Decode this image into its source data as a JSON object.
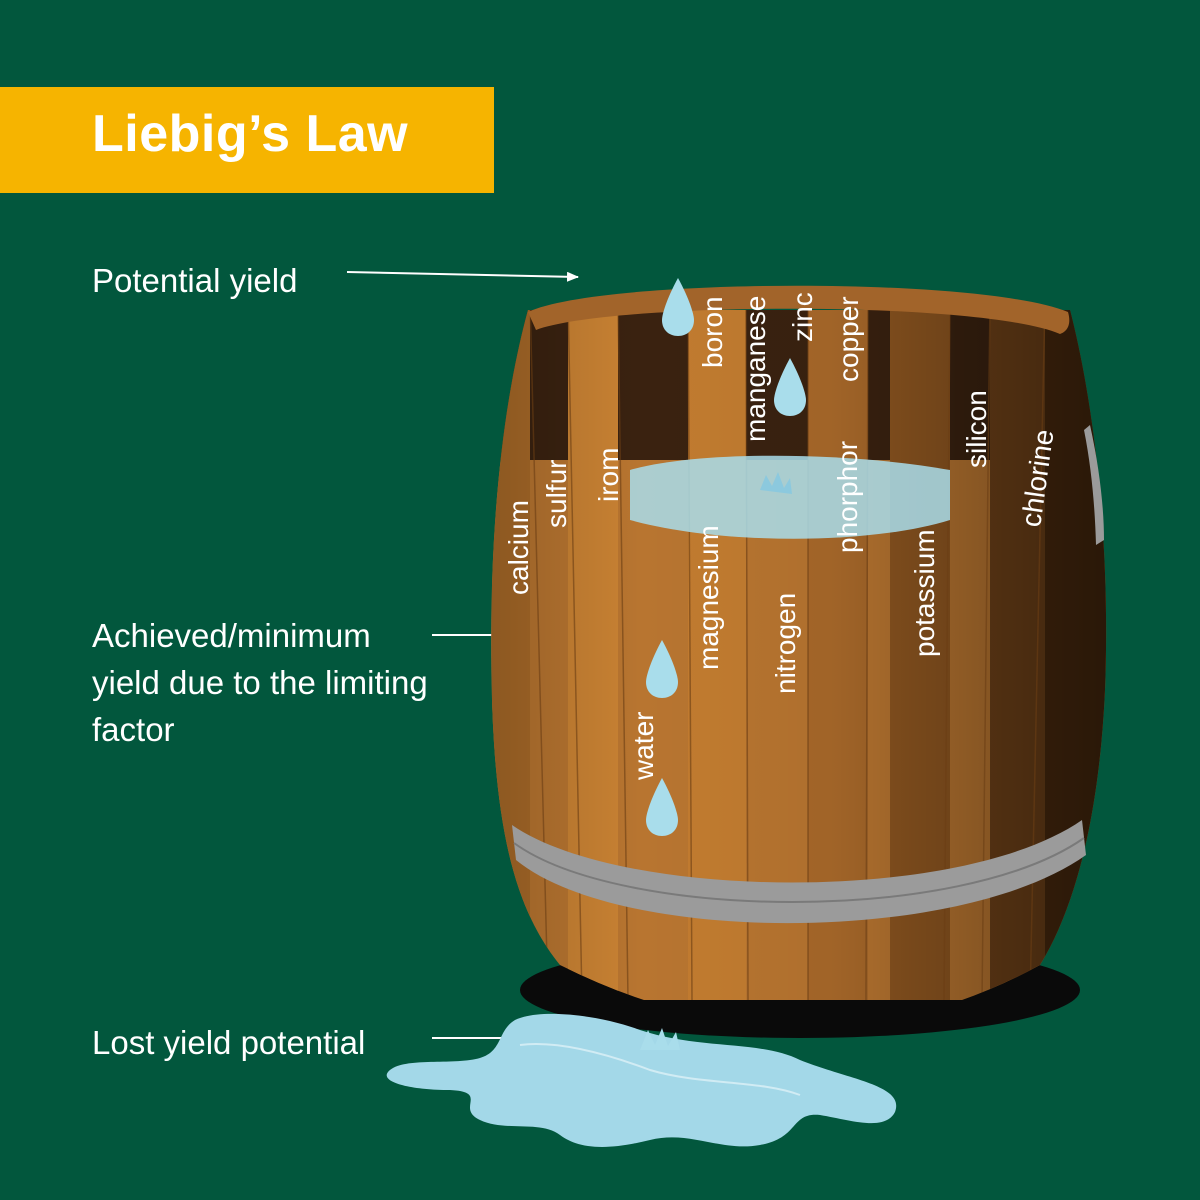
{
  "title": "Liebig’s Law",
  "labels": {
    "potential_yield": "Potential yield",
    "achieved_yield": "Achieved/minimum yield due to the limiting factor",
    "lost_yield": "Lost yield potential"
  },
  "staves": {
    "calcium": "calcium",
    "sulfur": "sulfur",
    "irom": "irom",
    "water": "water",
    "magnesium": "magnesium",
    "nitrogen": "nitrogen",
    "phorphor": "phorphor",
    "potassium": "potassium",
    "silicon": "silicon",
    "chlorine": "chlorine",
    "boron": "boron",
    "manganese": "manganese",
    "zinc": "zinc",
    "copper": "copper"
  },
  "colors": {
    "background": "#02573D",
    "title_band": "#F6B400",
    "wood": "#C07B2E",
    "water": "#A9DDEB",
    "hoop": "#9B9B9B"
  }
}
